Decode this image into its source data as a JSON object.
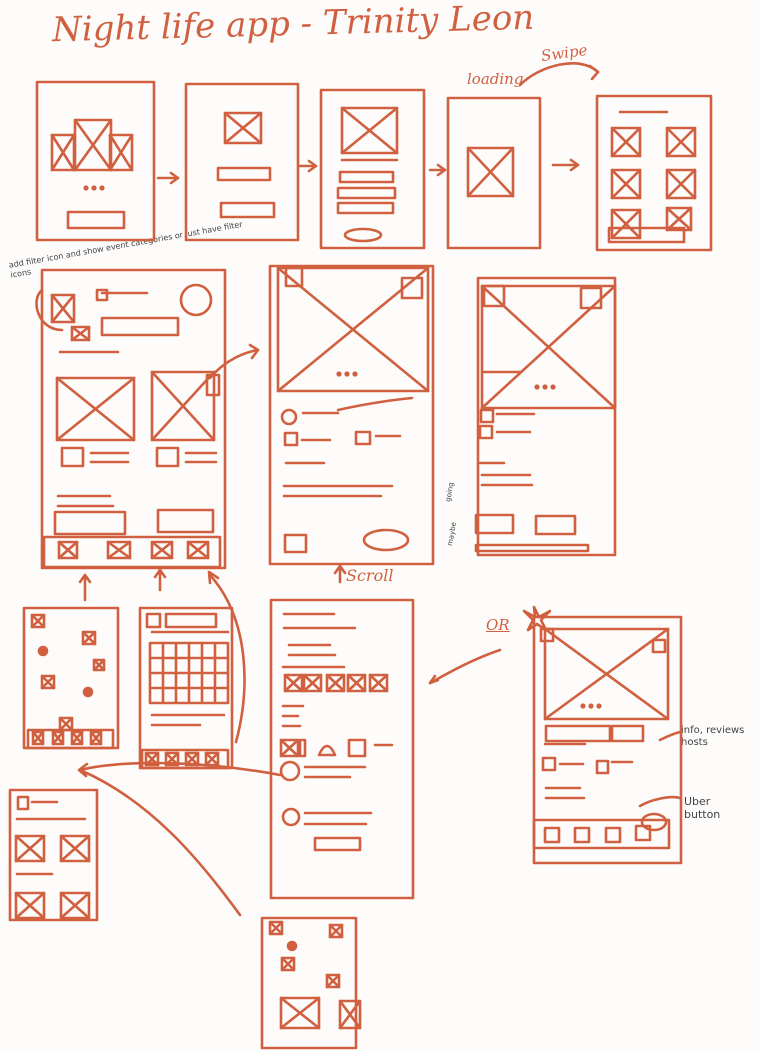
{
  "title": "Night life app - Trinity Leon",
  "annotations": {
    "loading": "loading",
    "swipe": "Swipe",
    "filter_note": "add filter icon and show event categories or just have filter icons",
    "scroll": "Scroll",
    "or": "OR",
    "info_note": "info, reviews hosts",
    "uber_note": "Uber button",
    "small_left_1": "going",
    "small_left_2": "maybe"
  },
  "colors": {
    "ink": "#d0603f",
    "pencil": "#444444",
    "paper": "#fdfcfb"
  }
}
